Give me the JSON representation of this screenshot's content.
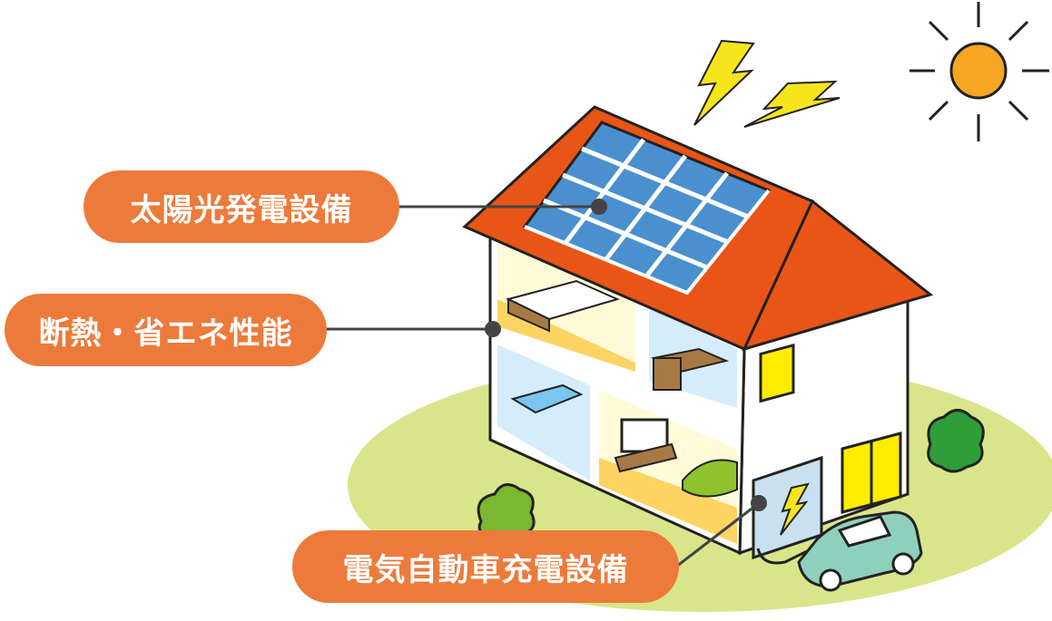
{
  "labels": {
    "solar": "太陽光発電設備",
    "insulation": "断熱・省エネ性能",
    "ev_charger": "電気自動車充電設備"
  },
  "colors": {
    "label_bg": "#ec7b3b",
    "roof": "#e85516",
    "solar_panel": "#4a90cf",
    "ground": "#d9e58a",
    "sun": "#f5a623",
    "lightning": "#f7e51c"
  }
}
